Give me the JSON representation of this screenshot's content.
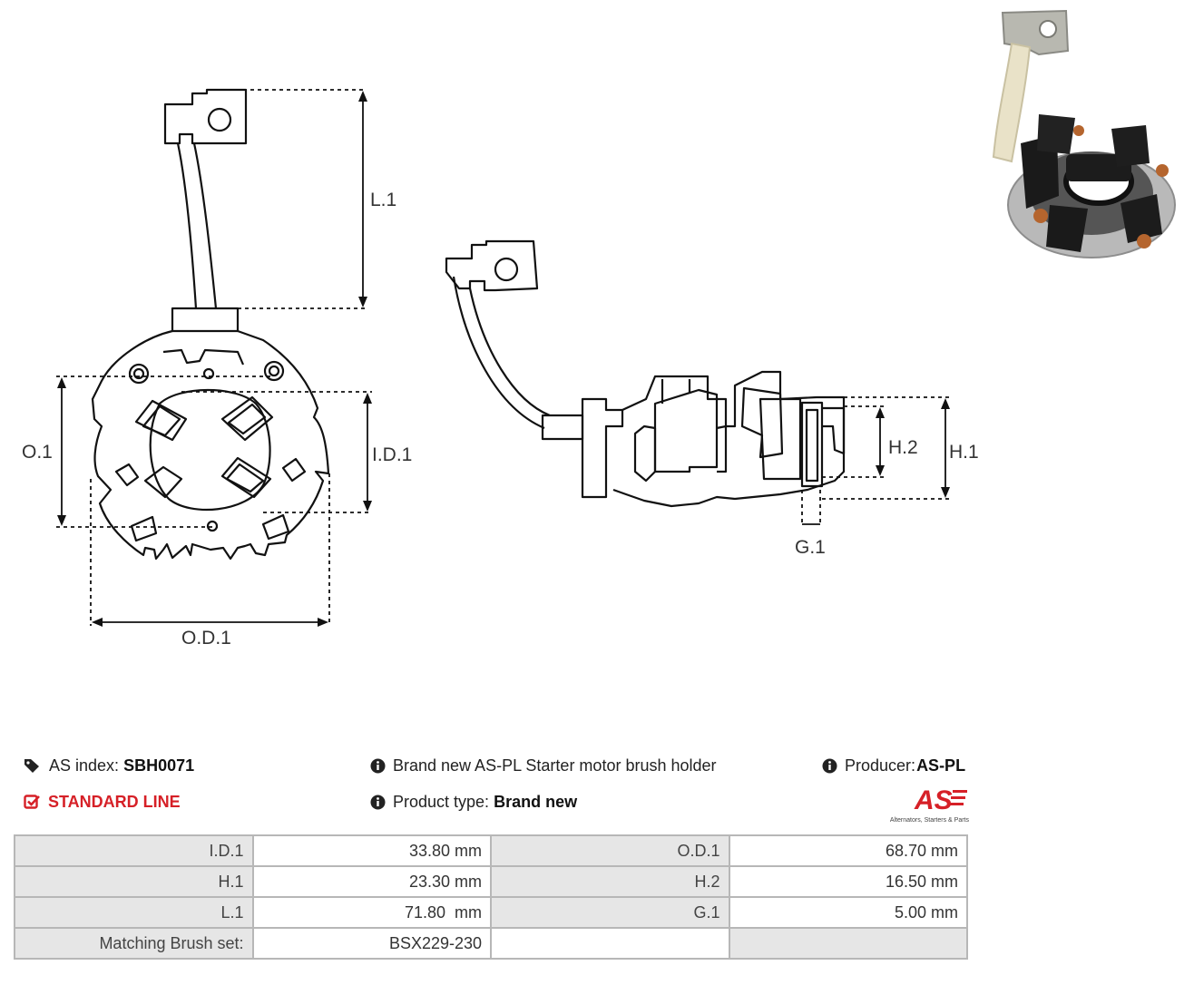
{
  "drawing": {
    "dimension_labels": {
      "l1": "L.1",
      "o1": "O.1",
      "id1": "I.D.1",
      "od1": "O.D.1",
      "h2": "H.2",
      "h1": "H.1",
      "g1": "G.1"
    }
  },
  "info": {
    "as_index_label": "AS index:",
    "as_index_value": "SBH0071",
    "line": "STANDARD LINE",
    "description": "Brand new AS-PL Starter motor brush holder",
    "product_type_label": "Product type:",
    "product_type_value": "Brand new",
    "producer_label": "Producer:",
    "producer_value": "AS-PL"
  },
  "logo": {
    "mark": "AS",
    "tagline": "Alternators, Starters & Parts"
  },
  "specs": [
    {
      "label": "I.D.1",
      "value": "33.80 mm",
      "label2": "O.D.1",
      "value2": "68.70 mm"
    },
    {
      "label": "H.1",
      "value": "23.30 mm",
      "label2": "H.2",
      "value2": "16.50 mm"
    },
    {
      "label": "L.1",
      "value": "71.80  mm",
      "label2": "G.1",
      "value2": "5.00 mm"
    },
    {
      "label": "Matching Brush set:",
      "value": "BSX229-230",
      "label2": "",
      "value2": ""
    }
  ],
  "colors": {
    "accent_red": "#d62027",
    "table_border": "#b7b7b7",
    "label_bg": "#e6e6e6"
  },
  "icons": [
    "tags-icon",
    "checkbox-icon",
    "info-icon"
  ]
}
